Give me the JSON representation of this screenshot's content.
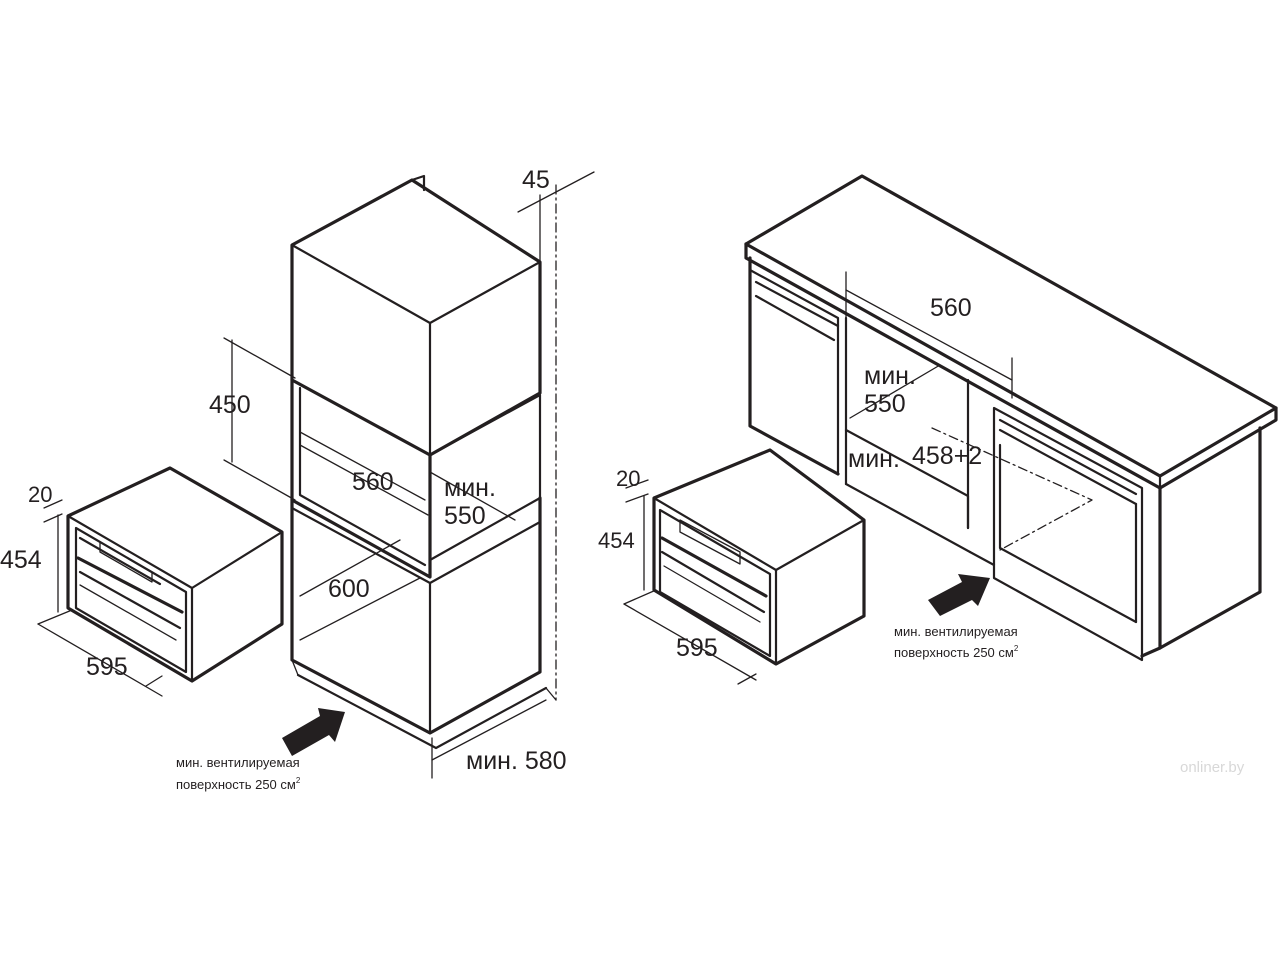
{
  "left": {
    "dims": {
      "d45": "45",
      "d450": "450",
      "d560": "560",
      "d550_a": "мин.",
      "d550_b": "550",
      "d600": "600",
      "d580": "мин. 580",
      "d20": "20",
      "d454": "454",
      "d595": "595"
    },
    "note_line1": "мин. вентилируемая",
    "note_line2": "поверхность 250 см",
    "note_sup": "2"
  },
  "right": {
    "dims": {
      "d560": "560",
      "d550_a": "мин.",
      "d550_b": "550",
      "d458_a": "мин.",
      "d458_b": "458+2",
      "d20": "20",
      "d454": "454",
      "d595": "595"
    },
    "note_line1": "мин. вентилируемая",
    "note_line2": "поверхность 250 см",
    "note_sup": "2"
  },
  "watermark": "onliner.by"
}
